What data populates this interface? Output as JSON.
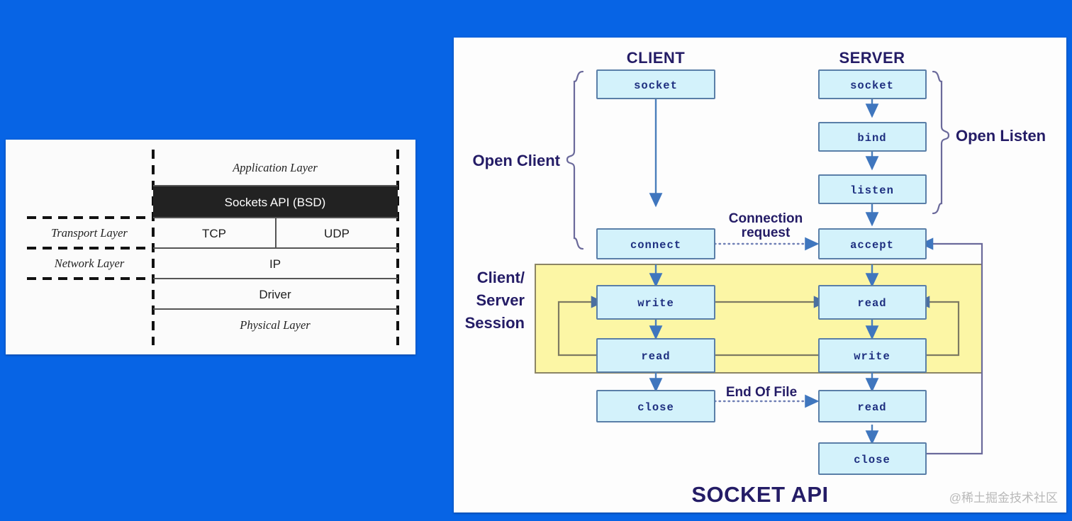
{
  "background_color": "#0764e5",
  "left_panel": {
    "name": "tcp-ip-layer-stack",
    "layers_left": [
      "Transport Layer",
      "Network Layer"
    ],
    "rows": [
      {
        "label": "Application Layer",
        "style": "italic-plain"
      },
      {
        "label": "Sockets API (BSD)",
        "style": "white-on-black"
      },
      {
        "label": "TCP",
        "style": "plain"
      },
      {
        "label": "UDP",
        "style": "plain"
      },
      {
        "label": "IP",
        "style": "plain"
      },
      {
        "label": "Driver",
        "style": "plain"
      },
      {
        "label": "Physical Layer",
        "style": "italic-plain"
      }
    ]
  },
  "right_panel": {
    "title": "SOCKET API",
    "watermark": "@稀土掘金技术社区",
    "columns": {
      "client": "CLIENT",
      "server": "SERVER"
    },
    "braces": {
      "open_client": "Open Client",
      "open_listen": "Open Listen",
      "client_server_session": "Client/\nServer\nSession",
      "session_line1": "Client/",
      "session_line2": "Server",
      "session_line3": "Session"
    },
    "edge_labels": {
      "connection_request_line1": "Connection",
      "connection_request_line2": "request",
      "end_of_file": "End Of File"
    },
    "client_boxes": [
      {
        "id": "client-socket",
        "label": "socket"
      },
      {
        "id": "client-connect",
        "label": "connect"
      },
      {
        "id": "client-write",
        "label": "write"
      },
      {
        "id": "client-read",
        "label": "read"
      },
      {
        "id": "client-close",
        "label": "close"
      }
    ],
    "server_boxes": [
      {
        "id": "server-socket",
        "label": "socket"
      },
      {
        "id": "server-bind",
        "label": "bind"
      },
      {
        "id": "server-listen",
        "label": "listen"
      },
      {
        "id": "server-accept",
        "label": "accept"
      },
      {
        "id": "server-read1",
        "label": "read"
      },
      {
        "id": "server-write",
        "label": "write"
      },
      {
        "id": "server-read2",
        "label": "read"
      },
      {
        "id": "server-close",
        "label": "close"
      }
    ],
    "colors": {
      "box_fill": "#d3f2fb",
      "box_stroke": "#5a7fa8",
      "session_fill": "#fcf6a5",
      "arrow": "#4a7ebb",
      "text": "#241c66"
    }
  }
}
